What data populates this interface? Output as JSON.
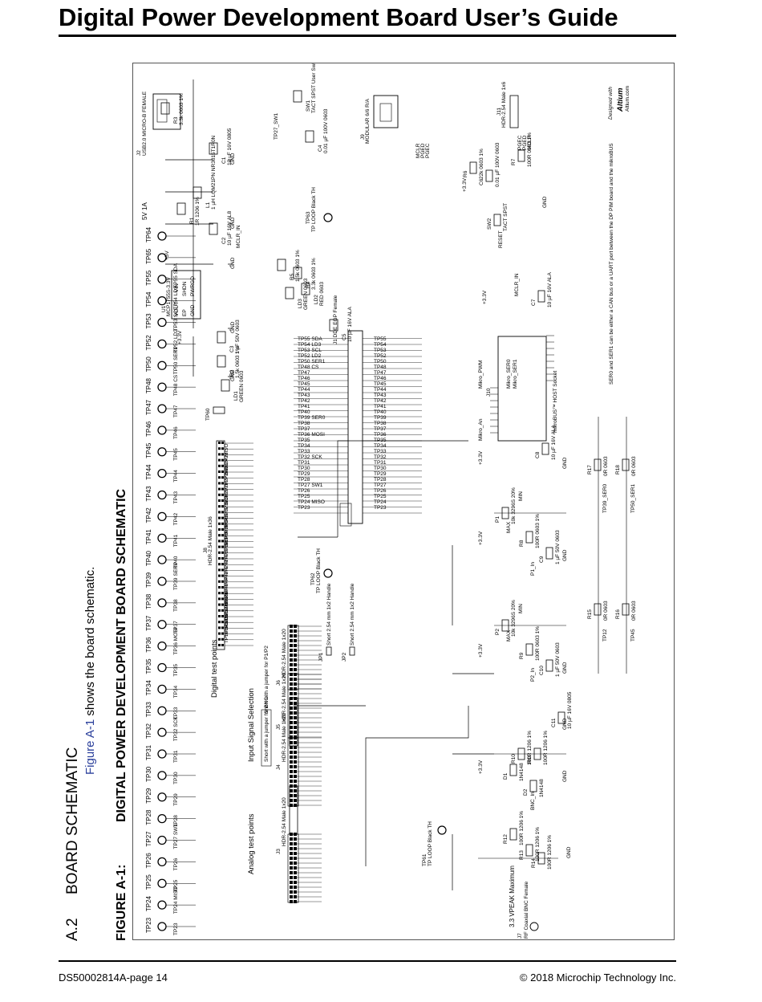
{
  "header": {
    "title": "Digital Power Development Board User’s Guide"
  },
  "section": {
    "number": "A.2",
    "title": "BOARD SCHEMATIC",
    "intro_link": "Figure A-1",
    "intro_rest": " shows the board schematic."
  },
  "figure": {
    "label": "FIGURE A-1:",
    "title": "DIGITAL POWER DEVELOPMENT BOARD SCHEMATIC"
  },
  "schematic": {
    "block_labels": {
      "analog_test_points": "Analog test points",
      "input_signal_selection": "Input Signal Selection",
      "digital_test_points": "Digital test points",
      "vpeak": "3.3 VPEAK Maximum",
      "short_bnc": "Short with a jumper for BNC",
      "short_pwp": "Short with a jumper for P1/P2",
      "five_v": "5V 1A"
    },
    "test_points_row": [
      "TP23",
      "TP24",
      "TP25",
      "TP26",
      "TP27",
      "TP28",
      "TP29",
      "TP30",
      "TP31",
      "TP32",
      "TP33",
      "TP34",
      "TP35",
      "TP36",
      "TP37",
      "TP38",
      "TP39",
      "TP40",
      "TP41",
      "TP42",
      "TP43",
      "TP44",
      "TP45",
      "TP46",
      "TP47",
      "TP48",
      "TP50",
      "TP52",
      "TP53",
      "TP54",
      "TP55",
      "TP65",
      "TP64"
    ],
    "test_point_nets": [
      "TP23",
      "TP24 MISO",
      "TP25",
      "TP26",
      "TP27 SW1",
      "TP28",
      "TP29",
      "TP30",
      "TP31",
      "TP32 SCK",
      "TP33",
      "TP34",
      "TP35",
      "TP36 MOSI",
      "TP37",
      "TP38",
      "TP39 SER0",
      "TP40",
      "TP41",
      "TP42",
      "TP43",
      "TP44",
      "TP45",
      "TP46",
      "TP47",
      "TP48 CS",
      "TP50 SER1",
      "TP52 LD2",
      "TP53 SCL",
      "TP54 LD3",
      "TP55 SDA"
    ],
    "connectors": {
      "j2": "J2",
      "j2_desc": "USB2.0 MICRO-B FEMALE",
      "j3": "J3",
      "j3_desc": "HDR-2.54 Male 1x20",
      "j4": "J4",
      "j4_desc": "HDR-2.54 Male 1x20",
      "j5": "J5",
      "j5_desc": "HDR-2.54 Male 1x20",
      "j6": "J6",
      "j6_desc": "HDR-2.54 Male 1x20",
      "j7": "J7",
      "j7_desc": "RF Coaxial BNC Female",
      "j8": "J8",
      "j8_desc": "HDR-2.54 Male 1x36",
      "j9": "J9",
      "j9_desc": "MODULAR 6/6 R/A",
      "j10": "J10",
      "j10_desc": "mikroBUS™ HOST Socket",
      "j11": "J11",
      "j11_desc": "HDR-2.54 Male 1x6",
      "jp1": "JP1",
      "jp1_desc": "Short 2.54 mm 1x2 Handle",
      "jp2": "JP2",
      "jp2_desc": "Short 2.54 mm 1x2 Handle",
      "dimm": "J1 DDE EGP Female"
    },
    "parts": {
      "u1": "U1",
      "u1_desc": "MCP1755S-3.3V",
      "u1_pins": [
        "VOUT",
        "EP",
        "GND",
        "PWRGD",
        "SHDN",
        "VIN"
      ],
      "r1": "R1",
      "r1_val": "1R 1206 1%",
      "r2": "R2",
      "r2_val": "1.5k 0603 1%",
      "r3": "R3",
      "r3_val": "3.3k 0603 1%",
      "r4": "R4",
      "r4_val": "3.3k 0603 1%",
      "r5": "R5",
      "r5_val": "1.5k 0603 1%",
      "r6": "R6",
      "r6_val": "22k 0603 1%",
      "r7": "R7",
      "r7_val": "100R 0603 1%",
      "r8": "R8",
      "r8_val": "100R 0603 1%",
      "r9": "R9",
      "r9_val": "100R 0603 1%",
      "r10": "R10",
      "r10_val": "100R 1206 1%",
      "r11": "R11",
      "r11_val": "100R 1206 1%",
      "r12": "R12",
      "r12_val": "100R 1206 1%",
      "r13": "R13",
      "r13_val": "100R 1206 1%",
      "r14": "R14",
      "r14_val": "100R 1206 1%",
      "r15": "R15",
      "r15_val": "0R 0603",
      "r16": "R16",
      "r16_val": "0R 0603",
      "r17": "R17",
      "r17_val": "0R 0603",
      "r18": "R18",
      "r18_val": "0R 0603",
      "c1": "C1",
      "c1_val": "10 µF 16V 0805",
      "c2": "C2",
      "c2_val": "10 µF 16V AL8",
      "c3": "C3",
      "c3_val": "1 µF 50V 0603",
      "c4": "C4",
      "c4_val": "0.01 µF 100V 0603",
      "c5": "C5",
      "c5_val": "10 µF 16V ALA",
      "c6": "C6",
      "c6_val": "0.01 µF 100V 0603",
      "c7": "C7",
      "c7_val": "10 µF 16V ALA",
      "c8": "C8",
      "c8_val": "10 µF 16V ALA",
      "c9": "C9",
      "c9_val": "1 µF 50V 0603",
      "c10": "C10",
      "c10_val": "1 µF 50V 0603",
      "c11": "C11",
      "c11_val": "10 µF 16V 0805",
      "l1": "L1",
      "l1_val": "1 µH LQM21PN NR3015T1R0N",
      "p1": "P1",
      "p1_val": "10k 3296S 20%",
      "p2": "P2",
      "p2_val": "10k 3296S 20%",
      "d1": "D1",
      "d1_val": "1N4148",
      "d2": "D2",
      "d2_val": "1N4148",
      "ld1": "LD1",
      "ld1_val": "GREEN 0603",
      "ld2": "LD2",
      "ld2_val": "RED 0603",
      "ld3": "LD3",
      "ld3_val": "GREEN 0603",
      "sw1": "SW1",
      "sw1_val": "TACT SPST User Switch",
      "sw2": "SW2",
      "sw2_val": "TACT SPST",
      "tp60": "TP60",
      "tp61": "TP61",
      "tp61_desc": "TP LOOP Black TH",
      "tp62": "TP62",
      "tp62_desc": "TP LOOP Black TH",
      "tp63": "TP63",
      "tp63_desc": "TP LOOP Black TH"
    },
    "nets": {
      "gnd": "GND",
      "v33": "+3.3V",
      "v5": "+5V",
      "mclr": "MCLR_IN",
      "reset": "RESET",
      "pgec": "PGEC",
      "pged": "PGED",
      "mclr_out": "MCLR",
      "tp27_sw1": "TP27_SW1",
      "bnc_in": "BNC_In",
      "p1_in": "P1_In",
      "p2_in": "P2_In",
      "max": "MAX",
      "min": "MIN",
      "mikro_an": "Mikro_An",
      "mikro_pwm": "Mikro_PWM",
      "mikro_ser0": "Mikro_SER0",
      "mikro_ser1": "Mikro_SER1",
      "tp12": "TP12",
      "tp45": "TP45",
      "tp39_ser0": "TP39_SER0",
      "tp50_ser1": "TP50_SER1"
    },
    "ser_note": "SER0 and SER1 can be either a CAN bus or a UART port between the DP PIM board and the mikroBUS",
    "designed_with": "Designed with",
    "altium": "Altium",
    "altium_url": "Altium.com"
  },
  "footer": {
    "left": "DS50002814A-page 14",
    "right_symbol": "©",
    "right": " 2018 Microchip Technology Inc."
  }
}
